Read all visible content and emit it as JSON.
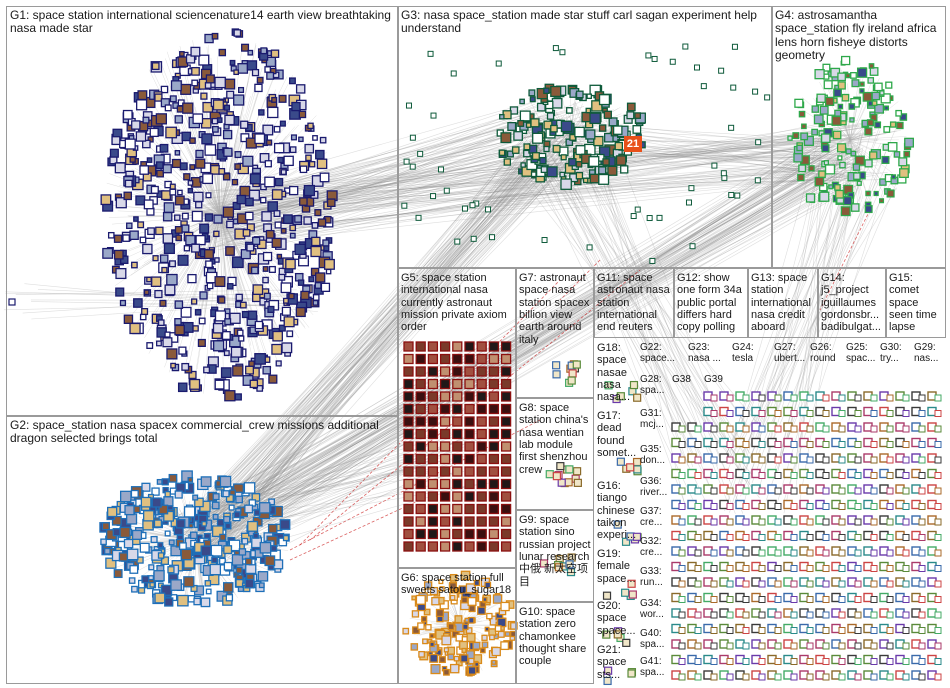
{
  "groups": [
    {
      "id": "G1",
      "text": "G1: space station international sciencenature14 earth view breathtaking nasa made star"
    },
    {
      "id": "G2",
      "text": "G2: space_station nasa spacex commercial_crew missions additional dragon selected brings total"
    },
    {
      "id": "G3",
      "text": "G3: nasa space_station made star stuff carl sagan experiment help understand"
    },
    {
      "id": "G4",
      "text": "G4: astrosamantha space_station fly ireland africa lens horn fisheye distorts geometry"
    },
    {
      "id": "G5",
      "text": "G5: space station international nasa currently astronaut mission private axiom order"
    },
    {
      "id": "G6",
      "text": "G6: space station full sweets satou_sugar18"
    },
    {
      "id": "G7",
      "text": "G7: astronaut space nasa station spacex billion view earth around italy"
    },
    {
      "id": "G8",
      "text": "G8: space station china's nasa wentian lab module first shenzhou crew"
    },
    {
      "id": "G9",
      "text": "G9: space station sino russian project lunar research 中俄 新太空项目"
    },
    {
      "id": "G10",
      "text": "G10: space station zero chamonkee thought share couple"
    },
    {
      "id": "G11",
      "text": "G11: space astronaut nasa station international end reuters"
    },
    {
      "id": "G12",
      "text": "G12: show one form 34a public portal differs hard copy polling"
    },
    {
      "id": "G13",
      "text": "G13: space station international nasa credit aboard"
    },
    {
      "id": "G14",
      "text": "G14: j5_project iguillaumes gordonsbr... badibulgat..."
    },
    {
      "id": "G15",
      "text": "G15: comet space seen time lapse"
    },
    {
      "id": "G16",
      "text": "G16: tiango chinese taikon experi..."
    },
    {
      "id": "G17",
      "text": "G17: dead found somet..."
    },
    {
      "id": "G18",
      "text": "G18: space nasae nasa nasa..."
    },
    {
      "id": "G19",
      "text": "G19: female space..."
    },
    {
      "id": "G20",
      "text": "G20: space space..."
    },
    {
      "id": "G21",
      "text": "G21: space sts..."
    },
    {
      "id": "G22",
      "text": "G22: space..."
    },
    {
      "id": "G23",
      "text": "G23: nasa ..."
    },
    {
      "id": "G24",
      "text": "G24: tesla"
    },
    {
      "id": "G25",
      "text": "G25: spac..."
    },
    {
      "id": "G26",
      "text": "G26: round"
    },
    {
      "id": "G27",
      "text": "G27: ubert..."
    },
    {
      "id": "G28",
      "text": "G28: spa..."
    },
    {
      "id": "G29",
      "text": "G29: nas..."
    },
    {
      "id": "G30",
      "text": "G30: try..."
    },
    {
      "id": "G31",
      "text": "G31: mcj..."
    },
    {
      "id": "G32",
      "text": "G32: cre..."
    },
    {
      "id": "G33",
      "text": "G33: run..."
    },
    {
      "id": "G34",
      "text": "G34: wor..."
    },
    {
      "id": "G35",
      "text": "G35: don..."
    },
    {
      "id": "G36",
      "text": "G36: river..."
    },
    {
      "id": "G37",
      "text": "G37: cre..."
    },
    {
      "id": "G38",
      "text": "G38"
    },
    {
      "id": "G39",
      "text": "G39"
    },
    {
      "id": "G40",
      "text": "G40: spa..."
    },
    {
      "id": "G41",
      "text": "G41: spa..."
    }
  ],
  "badge_number": "21",
  "colors": {
    "frame": "#9a9a9a",
    "edge": "#8a8a8a",
    "g1_node": "#1a1a6e",
    "g2_node": "#1e6fb8",
    "g3_node": "#0e5a3a",
    "g4_node": "#2ea84a",
    "g5_node": "#8b1010",
    "g6_node": "#d98a1a",
    "red_edge": "#cc2222"
  }
}
